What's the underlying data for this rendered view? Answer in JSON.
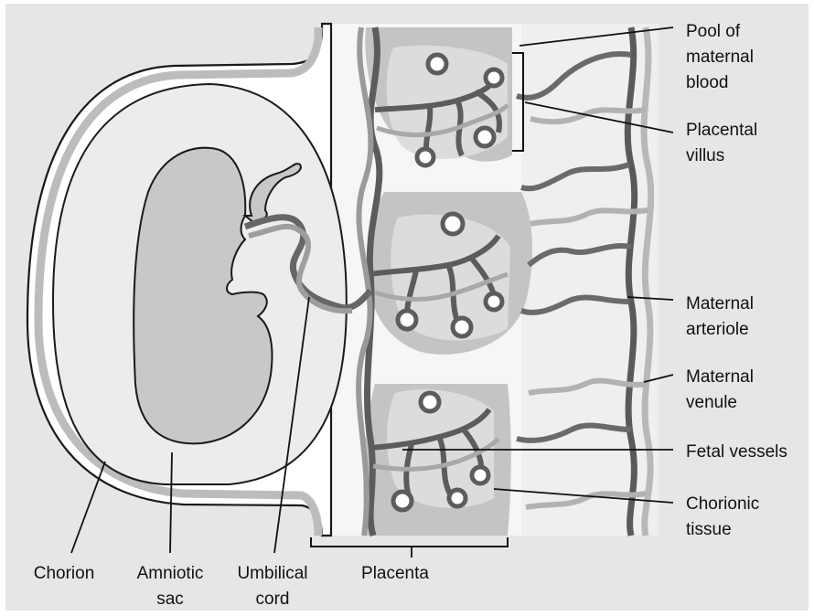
{
  "labels": {
    "pool_line1": "Pool of",
    "pool_line2": "maternal",
    "pool_line3": "blood",
    "villus_line1": "Placental",
    "villus_line2": "villus",
    "arteriole_line1": "Maternal",
    "arteriole_line2": "arteriole",
    "venule_line1": "Maternal",
    "venule_line2": "venule",
    "fetal_vessels": "Fetal vessels",
    "chorionic_line1": "Chorionic",
    "chorionic_line2": "tissue",
    "chorion": "Chorion",
    "amniotic_line1": "Amniotic",
    "amniotic_line2": "sac",
    "umbilical_line1": "Umbilical",
    "umbilical_line2": "cord",
    "placenta": "Placenta"
  },
  "colors": {
    "background": "#e8e8e8",
    "frame": "#ffffff",
    "sac_fill": "#ececec",
    "embryo_fill": "#c9c9c9",
    "placenta_tissue": "#c6c6c6",
    "blood_pool": "#d9d9d9",
    "vessel_dark": "#5a5a5a",
    "vessel_mid": "#8a8a8a",
    "vessel_light": "#b5b5b5",
    "uterine_wall_light": "#bfbfbf"
  }
}
